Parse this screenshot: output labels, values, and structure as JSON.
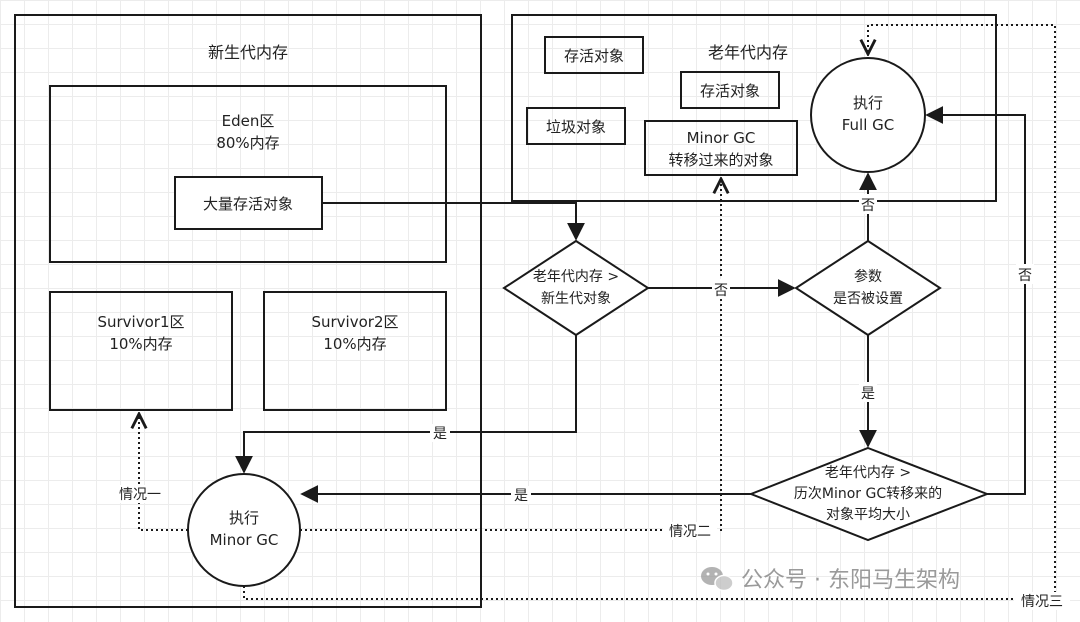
{
  "young_gen": {
    "title": "新生代内存",
    "eden": {
      "line1": "Eden区",
      "line2": "80%内存",
      "bulk": "大量存活对象"
    },
    "survivor1": {
      "line1": "Survivor1区",
      "line2": "10%内存"
    },
    "survivor2": {
      "line1": "Survivor2区",
      "line2": "10%内存"
    }
  },
  "old_gen": {
    "title": "老年代内存",
    "survive_a": "存活对象",
    "survive_b": "存活对象",
    "garbage": "垃圾对象",
    "minor_line1": "Minor GC",
    "minor_line2": "转移过来的对象"
  },
  "full_gc": {
    "line1": "执行",
    "line2": "Full GC"
  },
  "minor_gc": {
    "line1": "执行",
    "line2": "Minor GC"
  },
  "decision1": {
    "line1": "老年代内存 >",
    "line2": "新生代对象"
  },
  "decision2": {
    "line1": "参数",
    "line2": "是否被设置"
  },
  "decision3": {
    "line1": "老年代内存 >",
    "line2": "历次Minor GC转移来的",
    "line3": "对象平均大小"
  },
  "edge_labels": {
    "no_1": "否",
    "no_2": "否",
    "no_3": "否",
    "yes_1": "是",
    "yes_2": "是",
    "yes_3": "是",
    "case1": "情况一",
    "case2": "情况二",
    "case3": "情况三"
  },
  "watermark": {
    "text": "公众号 · 东阳马生架构",
    "icon": "wechat-icon"
  },
  "colors": {
    "line": "#1a1a1a",
    "watermark": "#9a9a9a",
    "grid": "#ececec"
  }
}
